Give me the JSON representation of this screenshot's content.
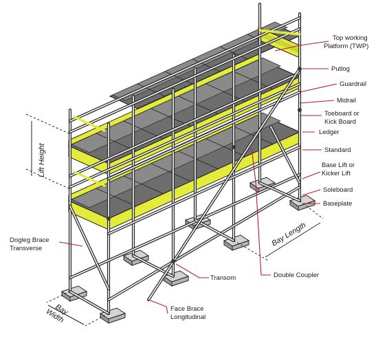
{
  "labels": {
    "top_working_platform": "Top working\nPlatform (TWP)",
    "putlog": "Putlog",
    "guardrail": "Guardrail",
    "midrail": "Midrail",
    "toeboard": "Toeboard or\nKick Board",
    "ledger": "Ledger",
    "standard": "Standard",
    "base_lift": "Base Lift or\nKicker Lift",
    "soleboard": "Soleboard",
    "baseplate": "Baseplate",
    "dogleg_brace": "Dogleg Brace\nTransverse",
    "transom": "Transom",
    "double_coupler": "Double Coupler",
    "face_brace": "Face Brace\nLongitudinal"
  },
  "dimensions": {
    "lift_height": "Lift Height",
    "bay_length": "Bay Length",
    "bay_width": "Bay\nWidth"
  },
  "colors": {
    "tube": "#2a2a2a",
    "deck": "#6e6e6e",
    "deck_light": "#8a8a8a",
    "toeboard": "#e3ec3b",
    "leader": "#c0172c",
    "baseplate": "#bdbdbd"
  }
}
